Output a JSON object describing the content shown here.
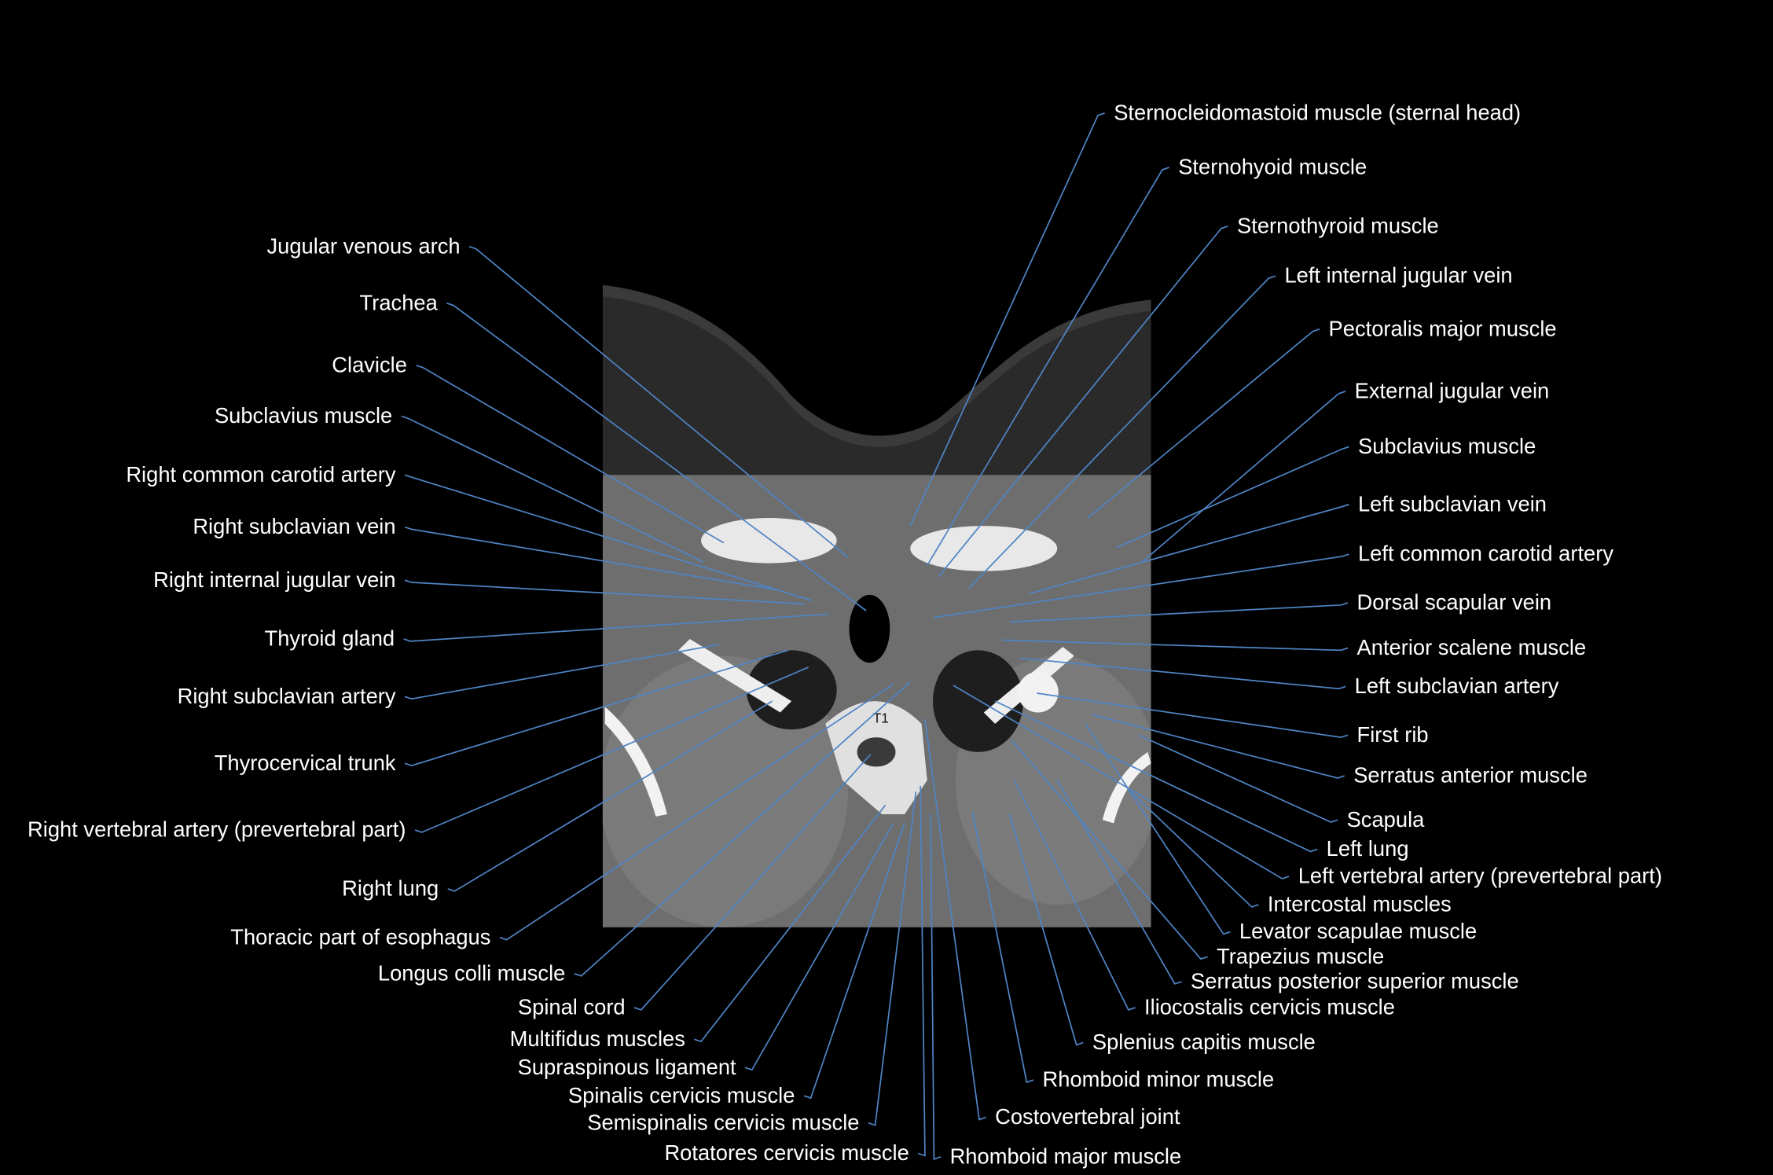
{
  "image": {
    "vertebra_label": "T1",
    "leader_color": "#4f84c4",
    "text_color": "#ffffff",
    "background": "#000000"
  },
  "labels_left": [
    "Jugular venous arch",
    "Trachea",
    "Clavicle",
    "Subclavius muscle",
    "Right common carotid artery",
    "Right subclavian vein",
    "Right internal jugular vein",
    "Thyroid gland",
    "Right subclavian artery",
    "Thyrocervical trunk",
    "Right vertebral artery (prevertebral part)",
    "Right lung",
    "Thoracic part of esophagus",
    "Longus colli muscle",
    "Spinal cord",
    "Multifidus muscles",
    "Supraspinous ligament",
    "Spinalis cervicis muscle",
    "Semispinalis cervicis muscle",
    "Rotatores cervicis muscle"
  ],
  "labels_right": [
    "Sternocleidomastoid muscle (sternal head)",
    "Sternohyoid muscle",
    "Sternothyroid muscle",
    "Left internal jugular vein",
    "Pectoralis major muscle",
    "External jugular vein",
    "Subclavius muscle",
    "Left subclavian vein",
    "Left common carotid artery",
    "Dorsal scapular vein",
    "Anterior scalene muscle",
    "Left subclavian artery",
    "First rib",
    "Serratus anterior muscle",
    "Scapula",
    "Left lung",
    "Left vertebral artery (prevertebral part)",
    "Intercostal muscles",
    "Levator scapulae muscle",
    "Trapezius muscle",
    "Serratus posterior superior muscle",
    "Iliocostalis cervicis muscle",
    "Splenius capitis muscle",
    "Rhomboid minor muscle",
    "Costovertebral joint",
    "Rhomboid major muscle"
  ]
}
